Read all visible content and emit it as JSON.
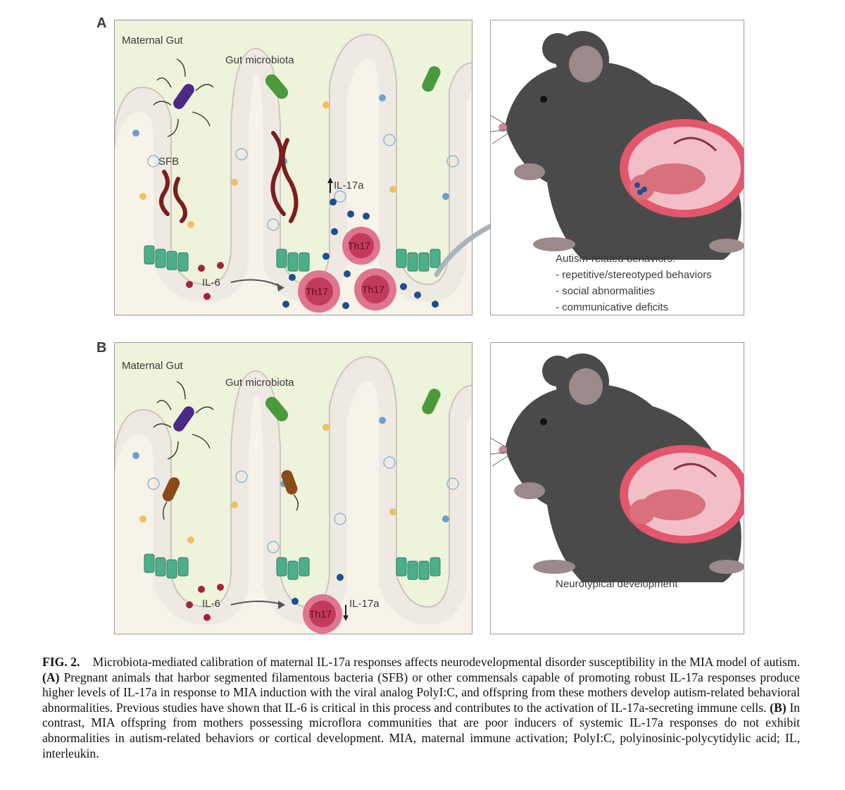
{
  "panels": {
    "a": {
      "letter": "A",
      "gut_label": "Maternal Gut",
      "microbiota_label": "Gut microbiota",
      "sfb_label": "SFB",
      "il17a_label": "IL-17a",
      "il6_label": "IL-6",
      "th17_labels": [
        "Th17",
        "Th17",
        "Th17"
      ],
      "outcome_title": "Autism-related behaviors:",
      "outcome_items": [
        "- repetitive/stereotyped behaviors",
        "- social abnormalities",
        "- communicative deficits"
      ]
    },
    "b": {
      "letter": "B",
      "gut_label": "Maternal Gut",
      "microbiota_label": "Gut microbiota",
      "il17a_label": "IL-17a",
      "il6_label": "IL-6",
      "th17_labels": [
        "Th17"
      ],
      "outcome_title": "Neurotypical development"
    }
  },
  "caption": {
    "fig_label": "FIG. 2.",
    "intro": "Microbiota-mediated calibration of maternal IL-17a responses affects neurodevelopmental disorder susceptibility in the MIA model of autism.",
    "a_marker": "(A)",
    "a_text": "Pregnant animals that harbor segmented filamentous bacteria (SFB) or other commensals capable of promoting robust IL-17a responses produce higher levels of IL-17a in response to MIA induction with the viral analog PolyI:C, and offspring from these mothers develop autism-related behavioral abnormalities. Previous studies have shown that IL-6 is critical in this process and contributes to the activation of IL-17a-secreting immune cells.",
    "b_marker": "(B)",
    "b_text": "In contrast, MIA offspring from mothers possessing microflora communities that are poor inducers of systemic IL-17a responses do not exhibit abnormalities in autism-related behaviors or cortical development. MIA, maternal immune activation; PolyI:C, polyinosinic-polycytidylic acid; IL, interleukin."
  },
  "colors": {
    "villus_fill": "#eeeae3",
    "lumen": "#eef3dc",
    "th17_outer": "#e07590",
    "th17_inner": "#c23a5c",
    "il6_dot": "#a3233f",
    "il17a_dot": "#1f4e8c",
    "sfb": "#7a1e1e",
    "microbe_green": "#4a9a3c",
    "microbe_purple": "#4b2a86",
    "microbe_brown": "#8b4a1a",
    "mouse": "#4a4a4a",
    "uterus": "#e3566c"
  }
}
